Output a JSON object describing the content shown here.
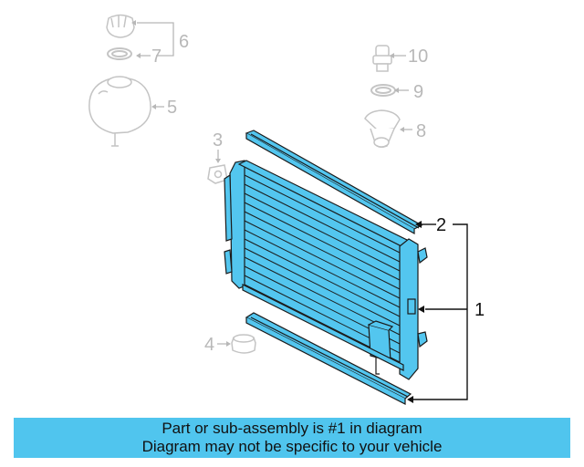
{
  "callouts": [
    "1",
    "2",
    "3",
    "4",
    "5",
    "6",
    "7",
    "8",
    "9",
    "10"
  ],
  "banner": {
    "line1": "Part or sub-assembly is #1 in diagram",
    "line2": "Diagram may not be specific to your vehicle"
  },
  "colors": {
    "highlight": "#53c6ef",
    "banner": "#50c5ee",
    "faded_part": "#c8c8c8",
    "line": "#111111"
  }
}
